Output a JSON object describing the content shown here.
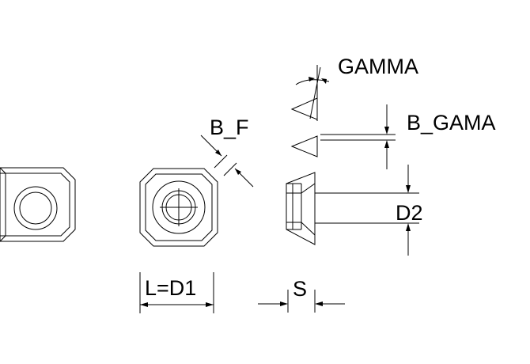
{
  "labels": {
    "gamma": "GAMMA",
    "b_gama": "B_GAMA",
    "b_f": "B_F",
    "d2": "D2",
    "l_d1": "L=D1",
    "s": "S"
  },
  "colors": {
    "line": "#000000",
    "background": "#ffffff"
  }
}
